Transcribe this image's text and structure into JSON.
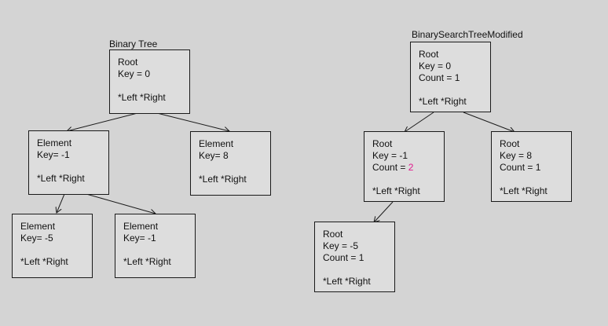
{
  "left_tree": {
    "title": "Binary Tree",
    "root": {
      "l1": "Root",
      "l2": "Key = 0",
      "l4": "*Left *Right"
    },
    "n1": {
      "l1": "Element",
      "l2": "Key= -1",
      "l4": "*Left *Right"
    },
    "n2": {
      "l1": "Element",
      "l2": "Key= 8",
      "l4": "*Left *Right"
    },
    "n3": {
      "l1": "Element",
      "l2": "Key= -5",
      "l4": "*Left *Right"
    },
    "n4": {
      "l1": "Element",
      "l2": "Key= -1",
      "l4": "*Left *Right"
    }
  },
  "right_tree": {
    "title": "BinarySearchTreeModified",
    "root": {
      "l1": "Root",
      "l2": "Key = 0",
      "l3": "Count = 1",
      "l4": "*Left *Right"
    },
    "n1": {
      "l1": "Root",
      "l2": "Key = -1",
      "l3_label": "Count = ",
      "l3_value": "2",
      "l4": "*Left *Right"
    },
    "n2": {
      "l1": "Root",
      "l2": "Key = 8",
      "l3": "Count = 1",
      "l4": "*Left *Right"
    },
    "n3": {
      "l1": "Root",
      "l2": "Key = -5",
      "l3": "Count = 1",
      "l4": "*Left *Right"
    }
  },
  "colors": {
    "highlight": "#e0188c",
    "node_fill": "#dddddd",
    "background": "#d4d4d4"
  }
}
